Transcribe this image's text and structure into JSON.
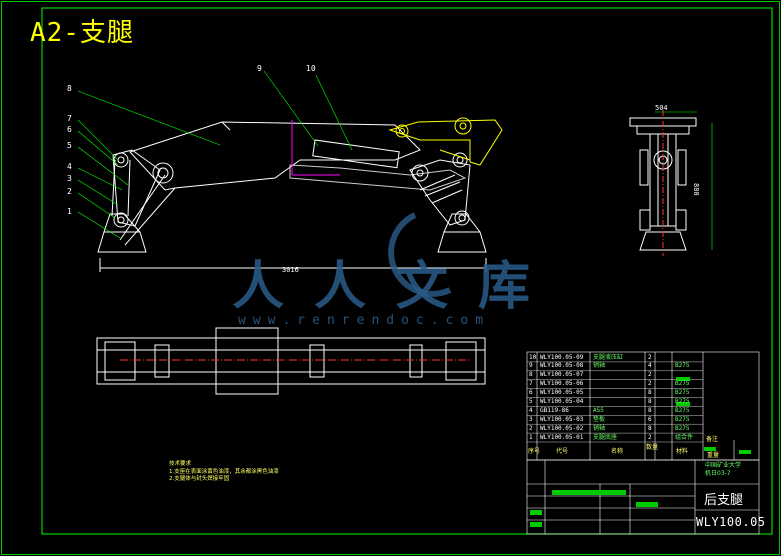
{
  "title": "A2-支腿",
  "watermark": {
    "main": "人人文库",
    "sub": "www.renrendoc.com"
  },
  "part_labels": [
    "1",
    "2",
    "3",
    "4",
    "5",
    "6",
    "7",
    "8",
    "9",
    "10"
  ],
  "dimensions": {
    "width_main": "3016",
    "width_side": "504",
    "height_side": "880"
  },
  "notes": {
    "heading": "技术要求",
    "lines": [
      "1.支座在表面涂黄色油漆，其余都涂黑色油漆",
      "2.支腿体与封头焊接牢固"
    ]
  },
  "bom": [
    {
      "no": "10",
      "code": "WLY100.05-09",
      "name": "支腿液压缸",
      "qty": "2",
      "mat": "",
      "note": ""
    },
    {
      "no": "9",
      "code": "WLY100.05-08",
      "name": "销轴",
      "qty": "4",
      "mat": "B275",
      "note": ""
    },
    {
      "no": "8",
      "code": "WLY100.05-07",
      "name": "",
      "qty": "2",
      "mat": "",
      "note": ""
    },
    {
      "no": "7",
      "code": "WLY100.05-06",
      "name": "",
      "qty": "2",
      "mat": "B275",
      "note": ""
    },
    {
      "no": "6",
      "code": "WLY100.05-05",
      "name": "",
      "qty": "8",
      "mat": "B275",
      "note": ""
    },
    {
      "no": "5",
      "code": "WLY100.05-04",
      "name": "",
      "qty": "8",
      "mat": "B275",
      "note": ""
    },
    {
      "no": "4",
      "code": "GB119-86",
      "name": "A55",
      "qty": "8",
      "mat": "B275",
      "note": ""
    },
    {
      "no": "3",
      "code": "WLY100.05-03",
      "name": "垫板",
      "qty": "6",
      "mat": "B275",
      "note": ""
    },
    {
      "no": "2",
      "code": "WLY100.05-02",
      "name": "销轴",
      "qty": "8",
      "mat": "B275",
      "note": ""
    },
    {
      "no": "1",
      "code": "WLY100.05-01",
      "name": "支腿底座",
      "qty": "2",
      "mat": "组合件",
      "note": ""
    }
  ],
  "bom_header": {
    "no": "序号",
    "code": "代号",
    "name": "名称",
    "qty": "数量",
    "mat": "材料",
    "weight": "重量",
    "note": "备注"
  },
  "title_block": {
    "university_line1": "中国矿业大学",
    "university_line2": "机日03-7",
    "part_name": "后支腿",
    "drawing_no": "WLY100.05"
  },
  "colors": {
    "frame": "#00ff00",
    "lines": "#ffffff",
    "yellow": "#ffff00",
    "leader": "#00ff00",
    "section": "#ff00ff"
  }
}
